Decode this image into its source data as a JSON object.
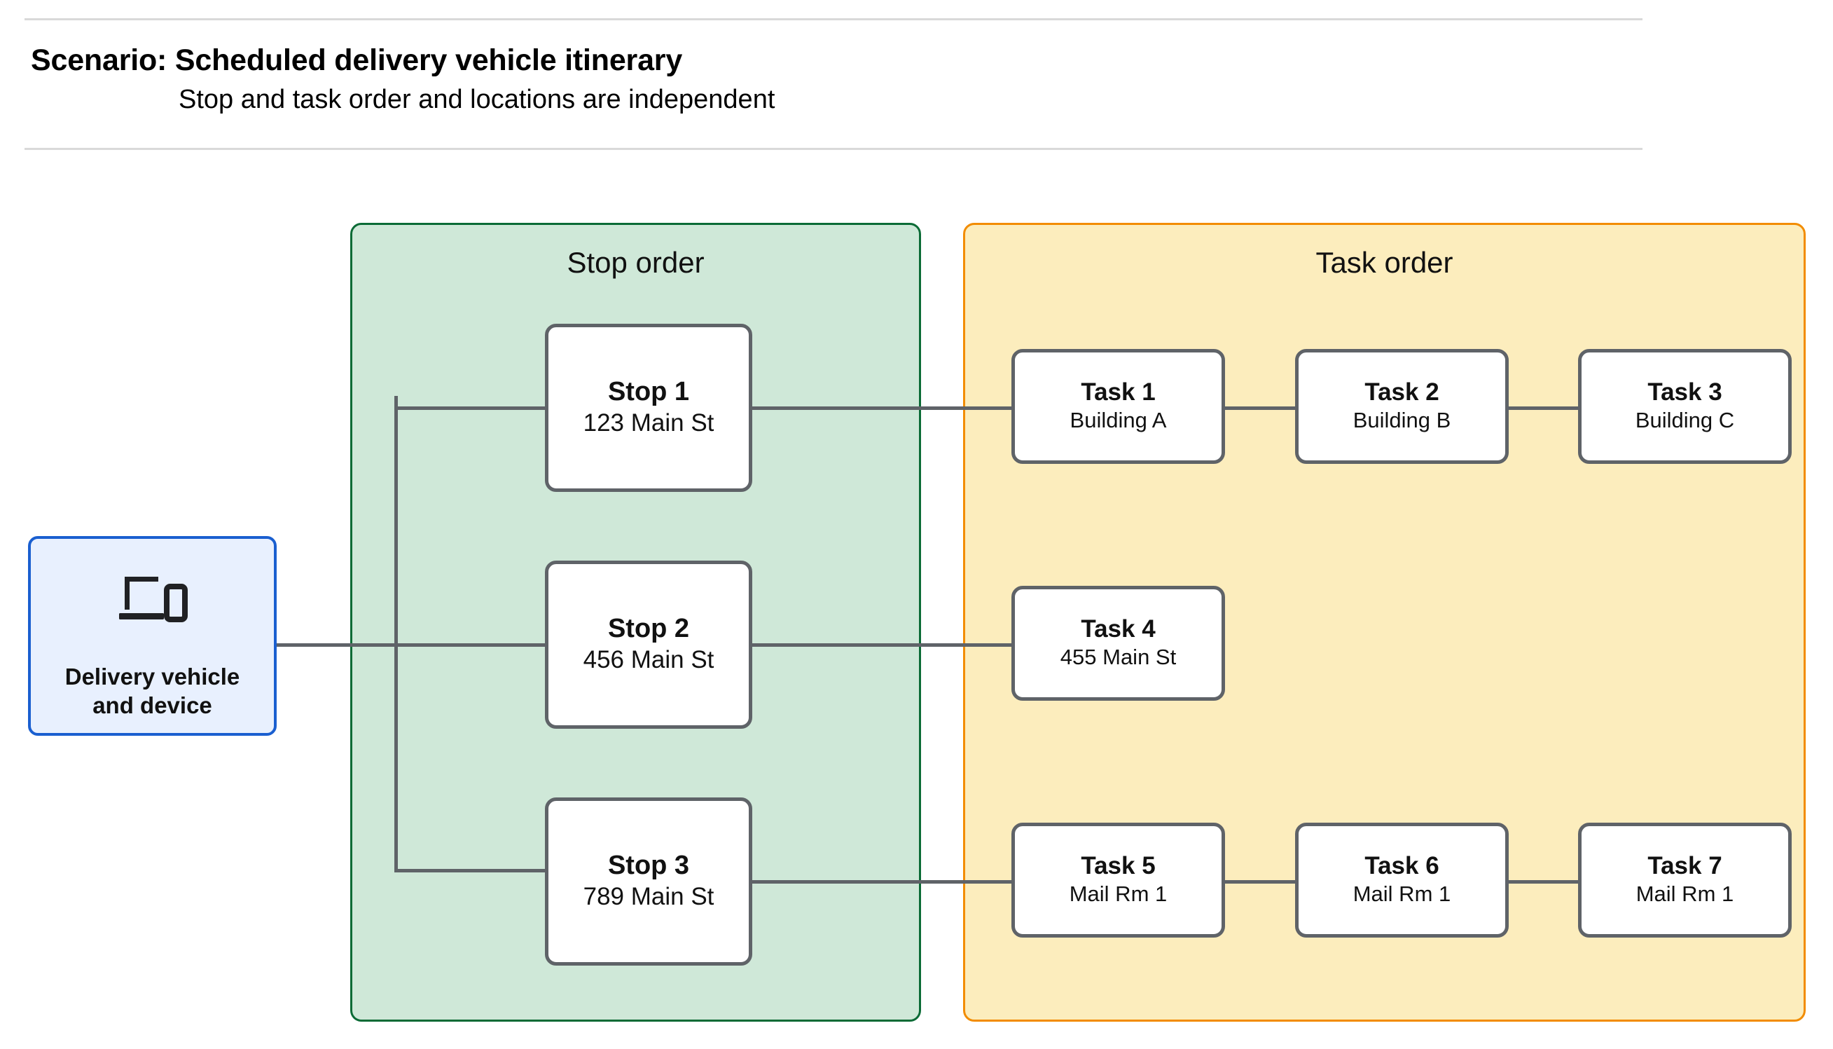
{
  "header": {
    "title_lead": "Scenario:",
    "title_rest": " Scheduled delivery vehicle itinerary",
    "title_full": "Scenario: Scheduled delivery vehicle itinerary",
    "subtitle": "Stop and task order and locations are independent"
  },
  "vehicle": {
    "icon": "devices-icon",
    "label": "Delivery vehicle and device",
    "label_line1": "Delivery vehicle",
    "label_line2": "and device",
    "fill_color": "#e8f0fe",
    "border_color": "#1a5fd0"
  },
  "groups": {
    "stop": {
      "title": "Stop order",
      "fill_color": "#cfe8d8",
      "border_color": "#0b6b36"
    },
    "task": {
      "title": "Task order",
      "fill_color": "#fcedbd",
      "border_color": "#f28c00"
    }
  },
  "stops": [
    {
      "title": "Stop 1",
      "address": "123 Main St"
    },
    {
      "title": "Stop 2",
      "address": "456 Main St"
    },
    {
      "title": "Stop 3",
      "address": "789 Main St"
    }
  ],
  "tasks": [
    {
      "title": "Task 1",
      "location": "Building A"
    },
    {
      "title": "Task 2",
      "location": "Building B"
    },
    {
      "title": "Task 3",
      "location": "Building C"
    },
    {
      "title": "Task 4",
      "location": "455 Main St"
    },
    {
      "title": "Task 5",
      "location": "Mail Rm 1"
    },
    {
      "title": "Task 6",
      "location": "Mail Rm 1"
    },
    {
      "title": "Task 7",
      "location": "Mail Rm 1"
    }
  ],
  "colors": {
    "node_border": "#5f6368",
    "node_fill": "#ffffff",
    "connector": "#5f6368",
    "divider": "#d9d9d9",
    "text": "#111111"
  }
}
